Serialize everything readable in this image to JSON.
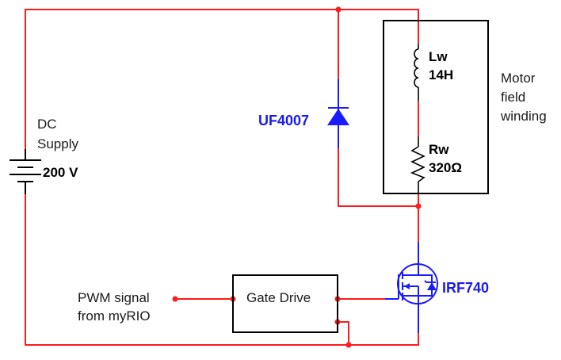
{
  "diagram": {
    "type": "circuit-schematic",
    "colors": {
      "wire": "#ff1a1a",
      "component_blue": "#1a1aff",
      "passive_black": "#000000",
      "label_blue": "#1a1aee"
    },
    "supply": {
      "label_line1": "DC",
      "label_line2": "Supply",
      "value": "200 V"
    },
    "diode": {
      "part": "UF4007"
    },
    "inductor": {
      "name": "Lw",
      "value": "14H"
    },
    "resistor": {
      "name": "Rw",
      "value": "320Ω"
    },
    "winding_box": {
      "label_line1": "Motor",
      "label_line2": "field",
      "label_line3": "winding"
    },
    "mosfet": {
      "part": "IRF740"
    },
    "gate_drive": {
      "label": "Gate Drive"
    },
    "pwm": {
      "label_line1": "PWM signal",
      "label_line2": "from myRIO"
    }
  }
}
